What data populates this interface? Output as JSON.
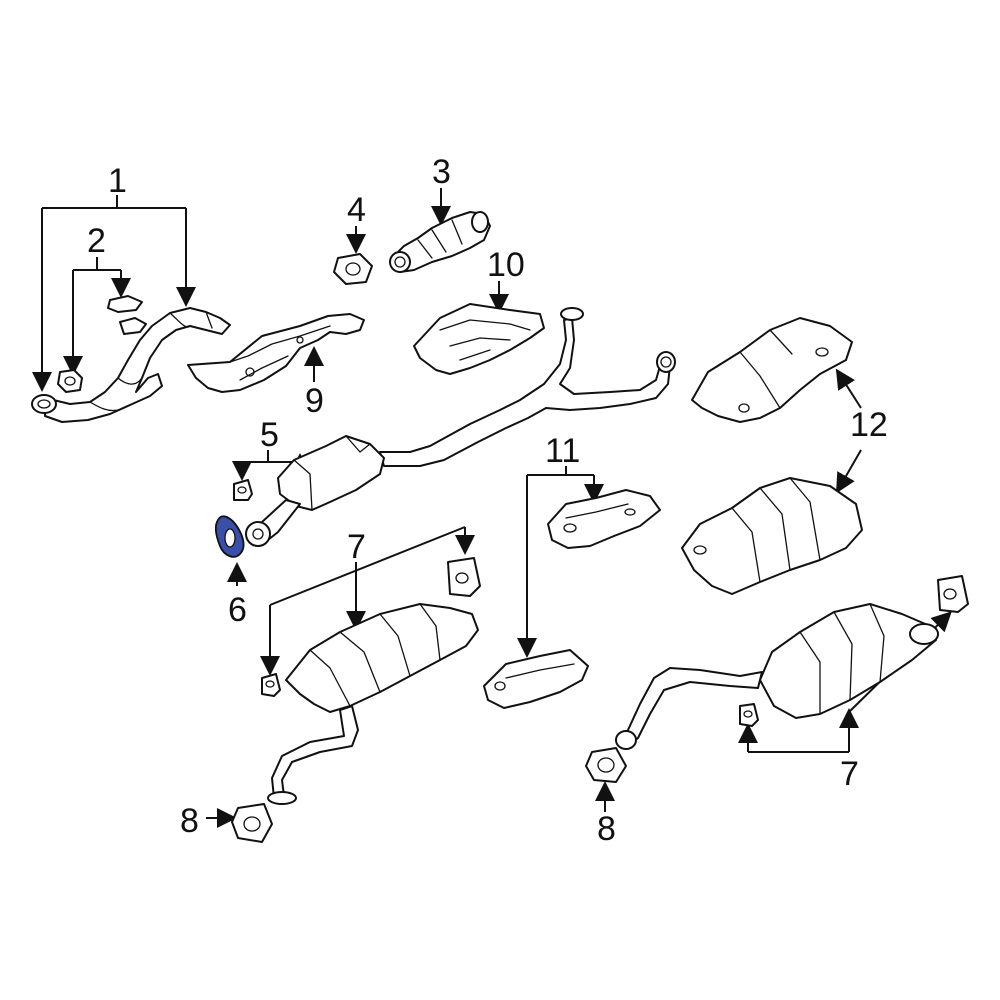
{
  "callouts": {
    "c1": "1",
    "c2": "2",
    "c3": "3",
    "c4": "4",
    "c5": "5",
    "c6": "6",
    "c7a": "7",
    "c7b": "7",
    "c8a": "8",
    "c8b": "8",
    "c9": "9",
    "c10": "10",
    "c11": "11",
    "c12": "12"
  },
  "colors": {
    "line": "#111111",
    "highlight": "#3a4fa8",
    "background": "#ffffff"
  },
  "highlighted_part": "6"
}
